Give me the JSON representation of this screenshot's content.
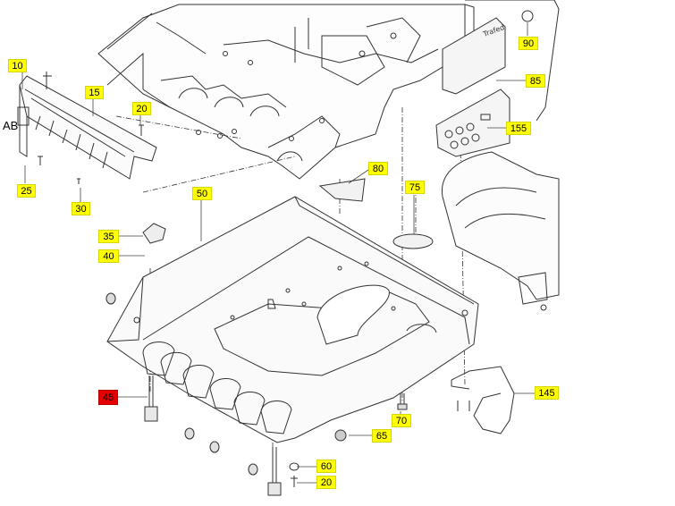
{
  "callouts": [
    {
      "id": "10",
      "label": "10"
    },
    {
      "id": "15",
      "label": "15"
    },
    {
      "id": "20a",
      "label": "20"
    },
    {
      "id": "25",
      "label": "25"
    },
    {
      "id": "30",
      "label": "30"
    },
    {
      "id": "35",
      "label": "35"
    },
    {
      "id": "40",
      "label": "40"
    },
    {
      "id": "45",
      "label": "45",
      "selected": true
    },
    {
      "id": "50",
      "label": "50"
    },
    {
      "id": "60",
      "label": "60"
    },
    {
      "id": "20b",
      "label": "20"
    },
    {
      "id": "65",
      "label": "65"
    },
    {
      "id": "70",
      "label": "70"
    },
    {
      "id": "75",
      "label": "75"
    },
    {
      "id": "80",
      "label": "80"
    },
    {
      "id": "85",
      "label": "85"
    },
    {
      "id": "90",
      "label": "90"
    },
    {
      "id": "145",
      "label": "145"
    },
    {
      "id": "155",
      "label": "155"
    }
  ],
  "view_label": "AB",
  "part_marking": "Trafed",
  "colors": {
    "highlight": "#ffff00",
    "selected": "#e60000",
    "line": "#333333"
  }
}
